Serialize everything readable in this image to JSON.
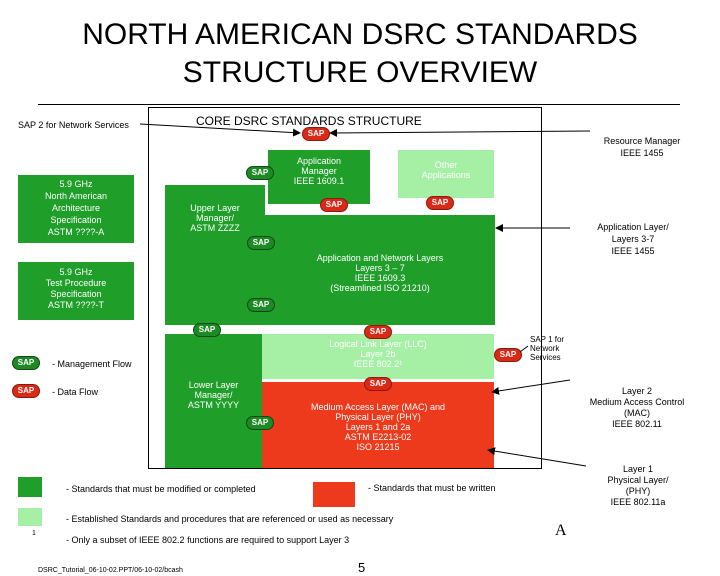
{
  "title_line1": "NORTH AMERICAN DSRC STANDARDS",
  "title_line2": "STRUCTURE OVERVIEW",
  "core_label": "CORE DSRC STANDARDS STRUCTURE",
  "sap": "SAP",
  "left_labels": {
    "sap2": "SAP 2  for Network Services",
    "arch": "5.9 GHz\nNorth American\nArchitecture\nSpecification\nASTM ????-A",
    "test": "5.9 GHz\nTest Procedure\nSpecification\nASTM ????-T"
  },
  "boxes": {
    "app_mgr": "Application\nManager\nIEEE 1609.1",
    "other_apps": "Other\nApplications",
    "upper_layer": "Upper Layer\nManager/\nASTM ZZZZ",
    "app_net": "Application and Network Layers\nLayers 3 – 7\nIEEE 1609.3\n(Streamlined ISO 21210)",
    "llc": "Logical Link Layer (LLC)\nLayer 2b\nIEEE 802.2¹",
    "lower_layer": "Lower Layer\nManager/\nASTM YYYY",
    "mac": "Medium Access Layer (MAC) and\nPhysical Layer (PHY)\nLayers 1 and 2a\nASTM E2213-02\nISO 21215"
  },
  "right_labels": {
    "resource": "Resource Manager\nIEEE 1455",
    "app_layer": "Application Layer/\nLayers 3-7\nIEEE 1455",
    "sap1": "SAP 1 for\nNetwork\nServices",
    "layer2": "Layer 2\nMedium Access Control\n(MAC)\nIEEE 802.11",
    "layer1": "Layer 1\nPhysical Layer/\n(PHY)\nIEEE 802.11a"
  },
  "legend": {
    "mgmt": "-  Management Flow",
    "data": "-  Data Flow",
    "modified": "-  Standards that must be modified or completed",
    "written": "-  Standards that must be written",
    "established": "-  Established Standards and procedures that are referenced or used as necessary",
    "footnote_mark": "1",
    "footnote": "-  Only a subset of IEEE 802.2 functions are required to support Layer 3"
  },
  "footer": {
    "file": "DSRC_Tutorial_06-10-02.PPT/06-10-02/bcash",
    "page": "5",
    "glyph": "A"
  },
  "colors": {
    "green": "#1f9e2a",
    "light_green": "#a6f0a6",
    "red": "#ee3a1c"
  }
}
